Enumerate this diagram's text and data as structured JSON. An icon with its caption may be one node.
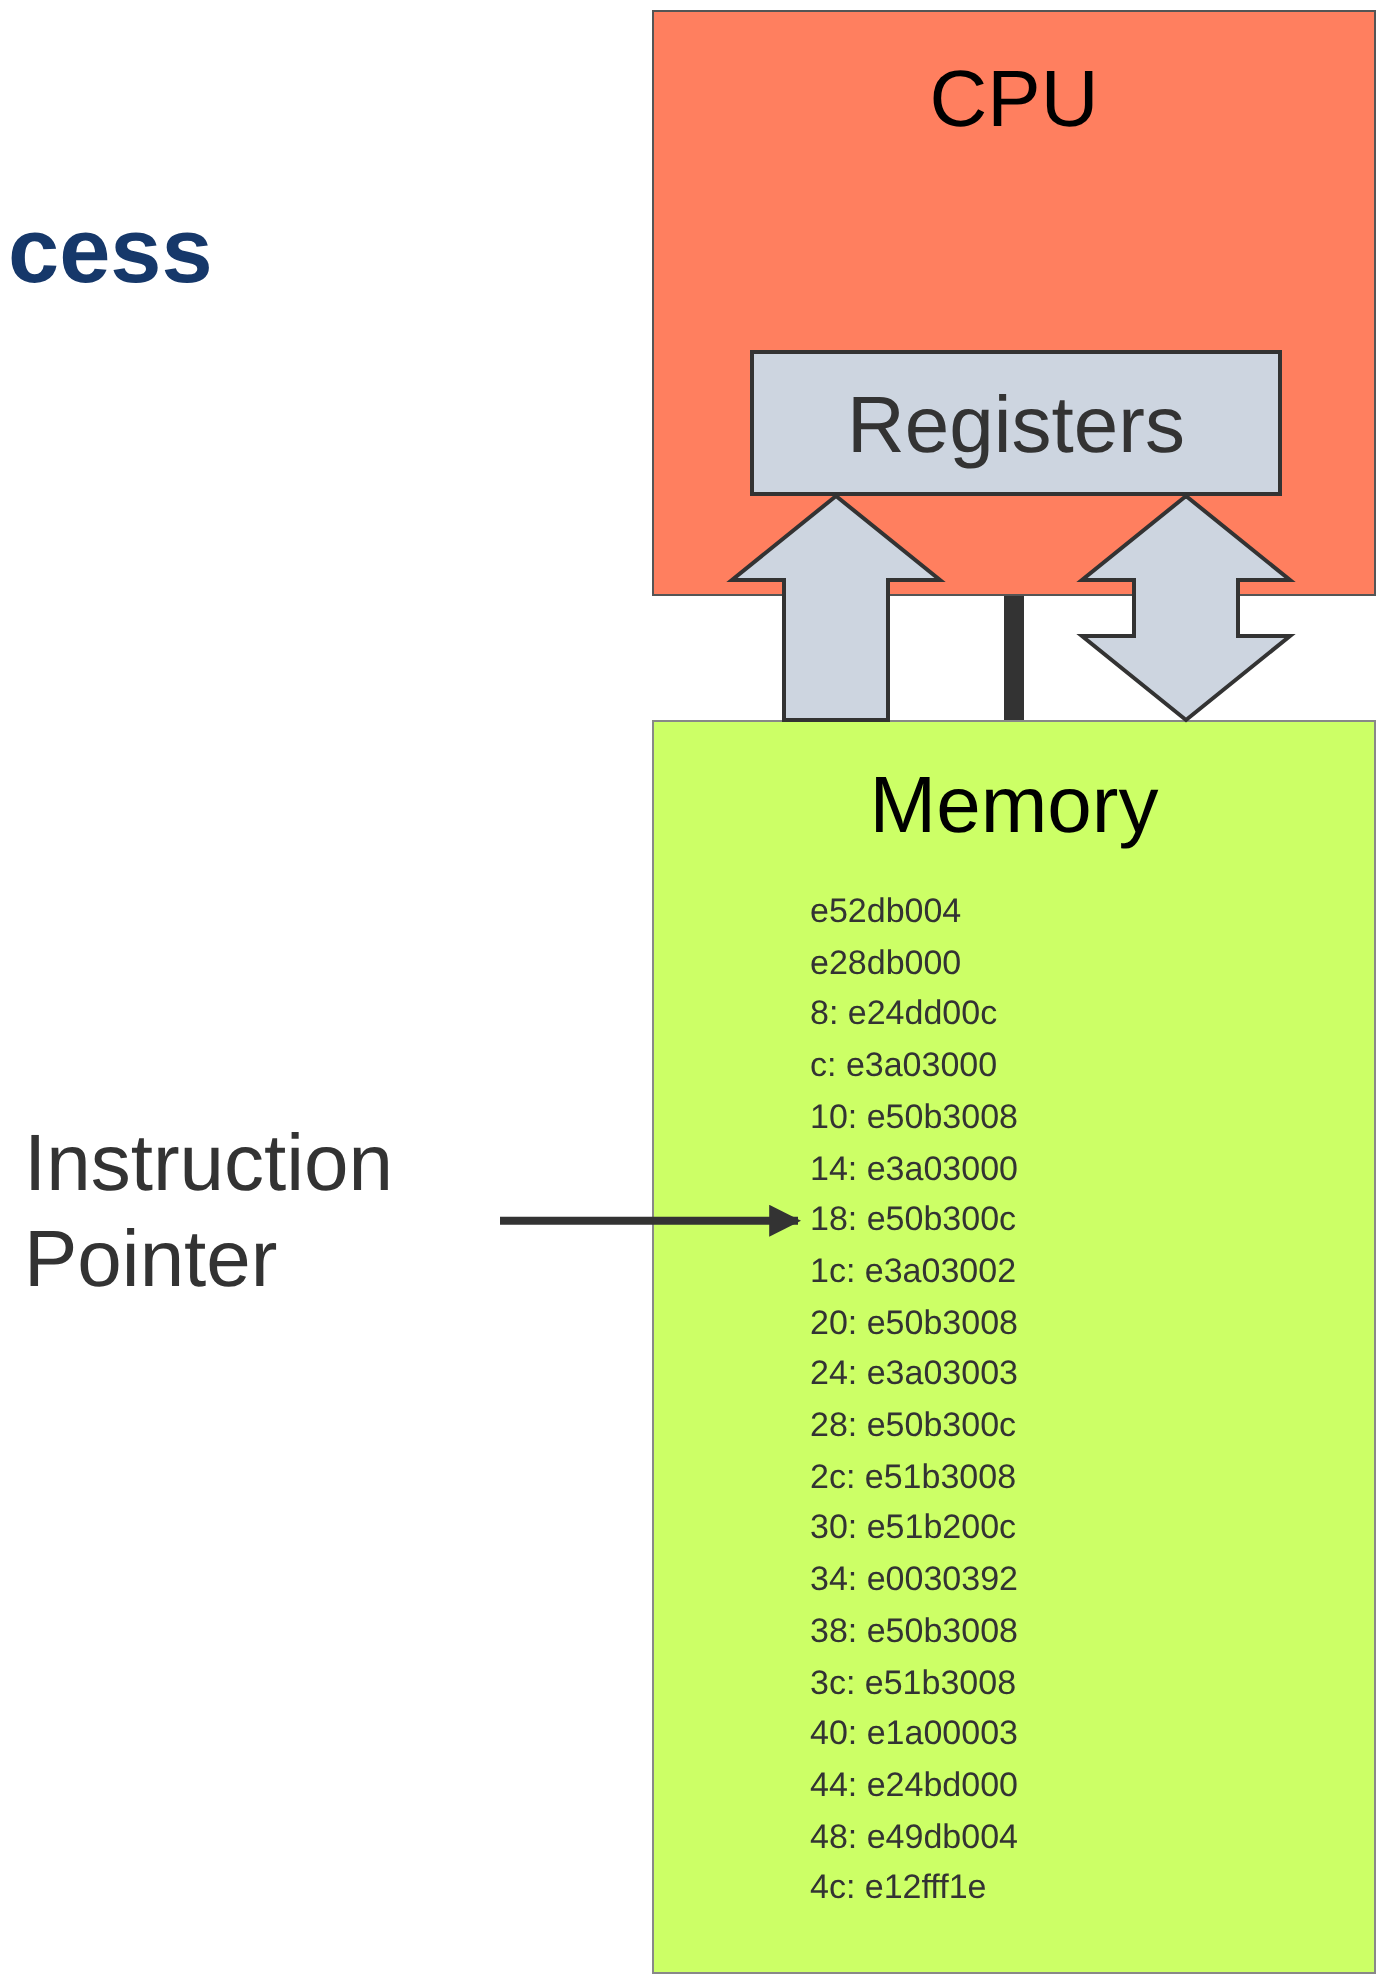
{
  "diagram": {
    "title": "cess",
    "nodes": [
      {
        "text": [
          "CPU"
        ]
      },
      {
        "text": [
          "Registers"
        ],
        "in": 0
      },
      {
        "text": [
          "Memory"
        ]
      },
      {
        "text": [
          "e52db004"
        ],
        "in": 2
      },
      {
        "text": [
          "e28db000"
        ],
        "in": 2
      },
      {
        "text": [
          "8: e24dd00c"
        ],
        "in": 2
      },
      {
        "text": [
          "c: e3a03000"
        ],
        "in": 2
      },
      {
        "text": [
          "10: e50b3008"
        ],
        "in": 2
      },
      {
        "text": [
          "14: e3a03000"
        ],
        "in": 2
      },
      {
        "text": [
          "18: e50b300c"
        ],
        "in": 2
      },
      {
        "text": [
          "1c: e3a03002"
        ],
        "in": 2
      },
      {
        "text": [
          "20: e50b3008"
        ],
        "in": 2
      },
      {
        "text": [
          "24: e3a03003"
        ],
        "in": 2
      },
      {
        "text": [
          "28: e50b300c"
        ],
        "in": 2
      },
      {
        "text": [
          "2c: e51b3008"
        ],
        "in": 2
      },
      {
        "text": [
          "30: e51b200c"
        ],
        "in": 2
      },
      {
        "text": [
          "34: e0030392"
        ],
        "in": 2
      },
      {
        "text": [
          "38: e50b3008"
        ],
        "in": 2
      },
      {
        "text": [
          "3c: e51b3008"
        ],
        "in": 2
      },
      {
        "text": [
          "40: e1a00003"
        ],
        "in": 2
      },
      {
        "text": [
          "44: e24bd000"
        ],
        "in": 2
      },
      {
        "text": [
          "48: e49db004"
        ],
        "in": 2
      },
      {
        "text": [
          "4c: e12fff1e"
        ],
        "in": 2
      },
      {
        "text": [
          "Instruction Pointer"
        ]
      }
    ],
    "edges": [
      {
        "from": 2,
        "to": 1,
        "arrow": "to"
      },
      {
        "from": 1,
        "to": 2,
        "arrow": "both"
      },
      {
        "from": 0,
        "to": 2,
        "arrow": "none",
        "style": "thick"
      },
      {
        "from": 23,
        "to": 9,
        "arrow": "to"
      }
    ]
  }
}
